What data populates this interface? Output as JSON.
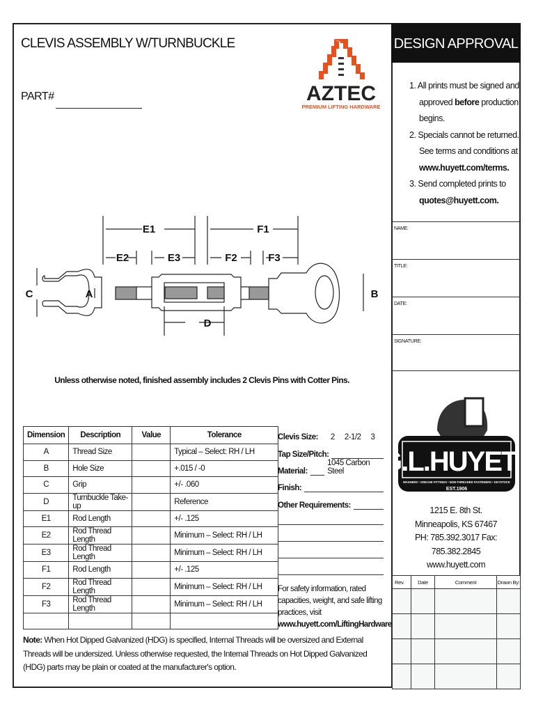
{
  "header": {
    "title": "CLEVIS ASSEMBLY W/TURNBUCKLE",
    "part_label": "PART#"
  },
  "logo": {
    "brand": "AZTEC",
    "tagline": "PREMIUM LIFTING HARDWARE",
    "accent": "#e8501e"
  },
  "approval": {
    "heading": "DESIGN APPROVAL",
    "rules": [
      {
        "num": "1.",
        "pre": "All prints must be signed and approved ",
        "bold": "before",
        "post": " production begins."
      },
      {
        "num": "2.",
        "pre": "Specials cannot be returned. See terms and conditions at ",
        "bold": "www.huyett.com/terms.",
        "post": ""
      },
      {
        "num": "3.",
        "pre": "Send completed prints to ",
        "bold": "quotes@huyett.com.",
        "post": ""
      }
    ],
    "fields": [
      "NAME:",
      "TITLE:",
      "DATE:",
      "SIGNATURE:"
    ]
  },
  "company": {
    "logo_text": "G.L.HUYETT",
    "logo_sub": "WASHERS • GREASE FITTINGS • NON-THREADED FASTENERS • KEYSTOCK",
    "est": "EST.1906",
    "address1": "1215 E. 8th St.",
    "address2": "Minneapolis, KS 67467",
    "phone": "PH: 785.392.3017  Fax: 785.382.2845",
    "web": "www.huyett.com"
  },
  "revisions": {
    "headers": [
      "Rev.",
      "Date",
      "Comment",
      "Drawn By:"
    ]
  },
  "drawing": {
    "labels": {
      "E1": "E1",
      "F1": "F1",
      "E2": "E2",
      "E3": "E3",
      "F2": "F2",
      "F3": "F3",
      "A": "A",
      "B": "B",
      "C": "C",
      "D": "D"
    }
  },
  "assembly_note": "Unless otherwise noted, finished assembly includes 2 Clevis Pins with Cotter Pins.",
  "dimensions": {
    "headers": [
      "Dimension",
      "Description",
      "Value",
      "Tolerance"
    ],
    "rows": [
      [
        "A",
        "Thread Size",
        "",
        "Typical – Select:  RH  /  LH"
      ],
      [
        "B",
        "Hole Size",
        "",
        "+.015 / -0"
      ],
      [
        "C",
        "Grip",
        "",
        "+/- .060"
      ],
      [
        "D",
        "Turnbuckle Take-up",
        "",
        "Reference"
      ],
      [
        "E1",
        "Rod Length",
        "",
        "+/- .125"
      ],
      [
        "E2",
        "Rod Thread Length",
        "",
        "Minimum – Select:  RH  /  LH"
      ],
      [
        "E3",
        "Rod Thread Length",
        "",
        "Minimum – Select:  RH  /  LH"
      ],
      [
        "F1",
        "Rod Length",
        "",
        "+/- .125"
      ],
      [
        "F2",
        "Rod Thread Length",
        "",
        "Minimum – Select:  RH  /  LH"
      ],
      [
        "F3",
        "Rod Thread Length",
        "",
        "Minimum – Select:  RH  /  LH"
      ],
      [
        "",
        "",
        "",
        ""
      ]
    ]
  },
  "specs": {
    "clevis_size_label": "Clevis Size:",
    "clevis_sizes": [
      "2",
      "2-1/2",
      "3"
    ],
    "tap_label": "Tap Size/Pitch:",
    "material_label": "Material:",
    "material_value": "1045 Carbon Steel",
    "finish_label": "Finish:",
    "other_label": "Other Requirements:"
  },
  "safety": {
    "text": "For safety information, rated capacities, weight, and safe lifting practices, visit ",
    "link": "www.huyett.com/LiftingHardware."
  },
  "bottom_note": {
    "label": "Note:",
    "text": " When Hot Dipped Galvanized (HDG) is specified, Internal Threads will be oversized and External Threads will be undersized. Unless otherwise requested, the Internal Threads on Hot Dipped Galvanized (HDG) parts may be plain or coated at the manufacturer's option."
  }
}
